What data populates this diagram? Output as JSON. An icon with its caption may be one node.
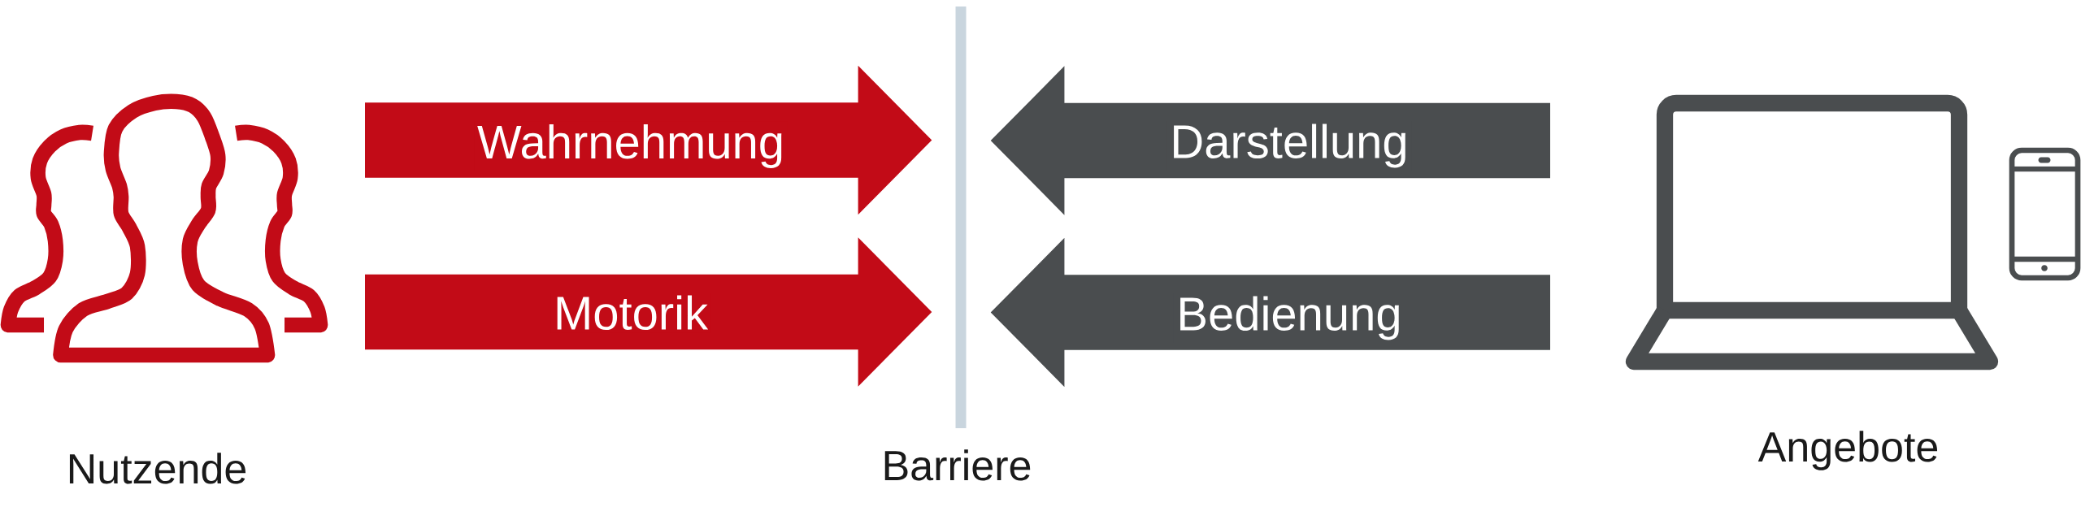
{
  "diagram": {
    "nodes": [
      {
        "text": [],
        "shape": "picture",
        "beside": [
          "Nutzende"
        ]
      },
      {
        "text": [],
        "shape": "bar",
        "beside": [
          "Barriere"
        ]
      },
      {
        "text": [],
        "shape": "picture",
        "beside": [
          "Angebote"
        ]
      }
    ],
    "edges": [
      {
        "from": 0,
        "to": 1,
        "arrow": "to",
        "label": "Wahrnehmung",
        "color": "#c20b17"
      },
      {
        "from": 0,
        "to": 1,
        "arrow": "to",
        "label": "Motorik",
        "color": "#c20b17"
      },
      {
        "from": 2,
        "to": 1,
        "arrow": "to",
        "label": "Darstellung",
        "color": "#4a4d4f"
      },
      {
        "from": 2,
        "to": 1,
        "arrow": "to",
        "label": "Bedienung",
        "color": "#4a4d4f"
      }
    ]
  }
}
